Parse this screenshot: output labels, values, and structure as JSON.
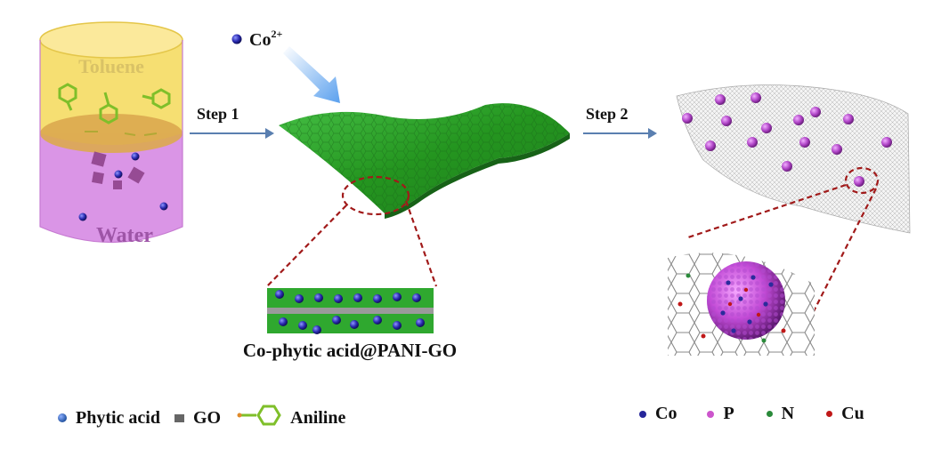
{
  "beaker": {
    "top_label": "Toluene",
    "bottom_label": "Water",
    "top_color": "#f5dc63",
    "bottom_color": "#d68ae3"
  },
  "ion_label": "Co",
  "ion_charge": "2+",
  "steps": {
    "step1": "Step 1",
    "step2": "Step 2"
  },
  "composite_label": "Co-phytic acid@PANI-GO",
  "legend_left": {
    "phytic_acid": "Phytic acid",
    "go": "GO",
    "aniline": "Aniline"
  },
  "legend_right": {
    "co": "Co",
    "p": "P",
    "n": "N",
    "cu": "Cu"
  },
  "colors": {
    "cobalt": "#26269a",
    "phytic_acid": "#2f5fae",
    "go": "#666666",
    "aniline": "#7fbf2a",
    "phosphorus": "#cc55cc",
    "nitrogen": "#2a8a3a",
    "copper": "#c01818",
    "graphene_sheet": "#2ea32e",
    "arrow": "#5a7fb0",
    "dashed": "#a11a1a"
  },
  "icons": {
    "arrow": "right-arrow-icon",
    "legend_phytic": "blue-ball-icon",
    "legend_go": "gray-square-icon",
    "legend_aniline": "aniline-ring-icon"
  }
}
